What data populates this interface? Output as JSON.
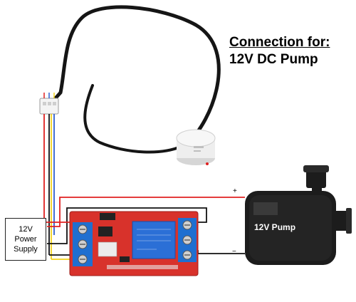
{
  "heading": {
    "line1": "Connection for:",
    "line2": "12V DC Pump"
  },
  "power_supply": {
    "line1": "12V",
    "line2": "Power",
    "line3": "Supply"
  },
  "pump": {
    "label": "12V Pump"
  },
  "polarity": {
    "plus": "+",
    "minus": "−"
  },
  "colors": {
    "wire_red": "#e02020",
    "wire_black": "#111111",
    "wire_yellow": "#f2d21b",
    "wire_blue": "#2f5fd0",
    "relay_board": "#d8322b",
    "relay_block": "#2b6fd6",
    "terminal_block": "#1f6fd0",
    "pump_body": "#1c1c1c",
    "sensor": "#f2f2f2"
  }
}
